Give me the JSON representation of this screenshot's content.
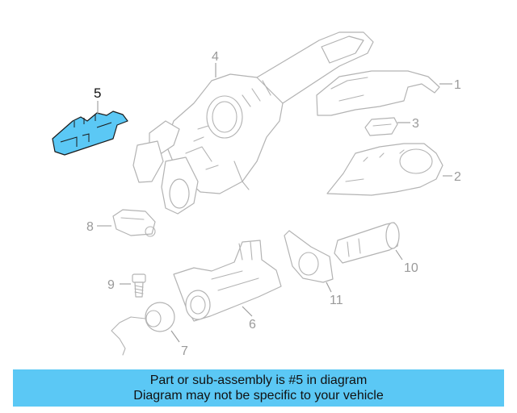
{
  "diagram": {
    "highlight_color": "#5bc8f5",
    "callouts": [
      {
        "id": "1",
        "label": "1"
      },
      {
        "id": "2",
        "label": "2"
      },
      {
        "id": "3",
        "label": "3"
      },
      {
        "id": "4",
        "label": "4"
      },
      {
        "id": "5",
        "label": "5"
      },
      {
        "id": "6",
        "label": "6"
      },
      {
        "id": "7",
        "label": "7"
      },
      {
        "id": "8",
        "label": "8"
      },
      {
        "id": "9",
        "label": "9"
      },
      {
        "id": "10",
        "label": "10"
      },
      {
        "id": "11",
        "label": "11"
      }
    ],
    "highlighted_part": "5"
  },
  "banner": {
    "line1": "Part or sub-assembly is #5 in diagram",
    "line2": "Diagram may not be specific to your vehicle",
    "background": "#5bc8f5"
  }
}
